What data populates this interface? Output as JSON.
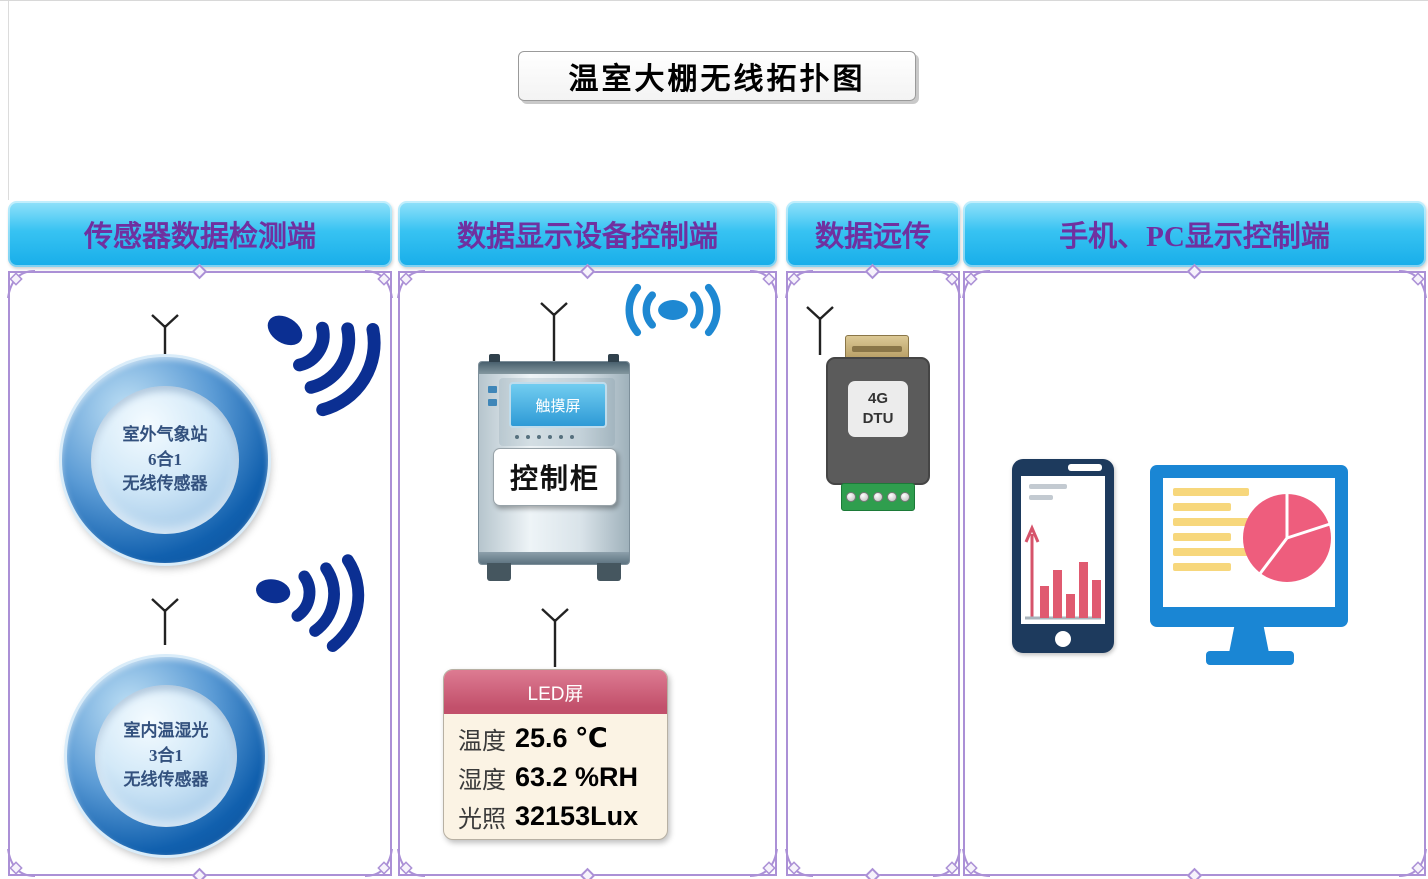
{
  "title": "温室大棚无线拓扑图",
  "sections": [
    {
      "header": "传感器数据检测端"
    },
    {
      "header": "数据显示设备控制端"
    },
    {
      "header": "数据远传"
    },
    {
      "header": "手机、PC显示控制端"
    }
  ],
  "sensors": {
    "outdoor": {
      "line1": "室外气象站",
      "line2": "6合1",
      "line3": "无线传感器"
    },
    "indoor": {
      "line1": "室内温湿光",
      "line2": "3合1",
      "line3": "无线传感器"
    }
  },
  "cabinet": {
    "screen": "触摸屏",
    "label": "控制柜"
  },
  "dtu": {
    "line1": "4G",
    "line2": "DTU"
  },
  "led": {
    "title": "LED屏",
    "rows": [
      {
        "label": "温度",
        "value": "25.6 ℃"
      },
      {
        "label": "湿度",
        "value": "63.2 %RH"
      },
      {
        "label": "光照",
        "value": "32153Lux"
      }
    ]
  },
  "icons": [
    "antenna-icon",
    "wireless-signal-icon",
    "broadcast-icon",
    "phone-icon",
    "monitor-icon",
    "pie-chart-icon",
    "bar-chart-icon"
  ],
  "colors": {
    "band": "#2fc0f1",
    "band_text": "#7030a0",
    "frame_border": "#ab90d6",
    "signal_navy": "#0b2f92",
    "broadcast_blue": "#1e88d2",
    "led_header": "#c2506b",
    "led_body": "#fbf3e4",
    "dtu_gray": "#5b5b5b",
    "dtu_green": "#2f9e4e",
    "phone_navy": "#1d3a5d",
    "monitor_blue": "#1a86d4",
    "pie_pink": "#ee5d7d",
    "bars_yellow": "#f7d77c",
    "sensor_blue": "#1160ae"
  }
}
